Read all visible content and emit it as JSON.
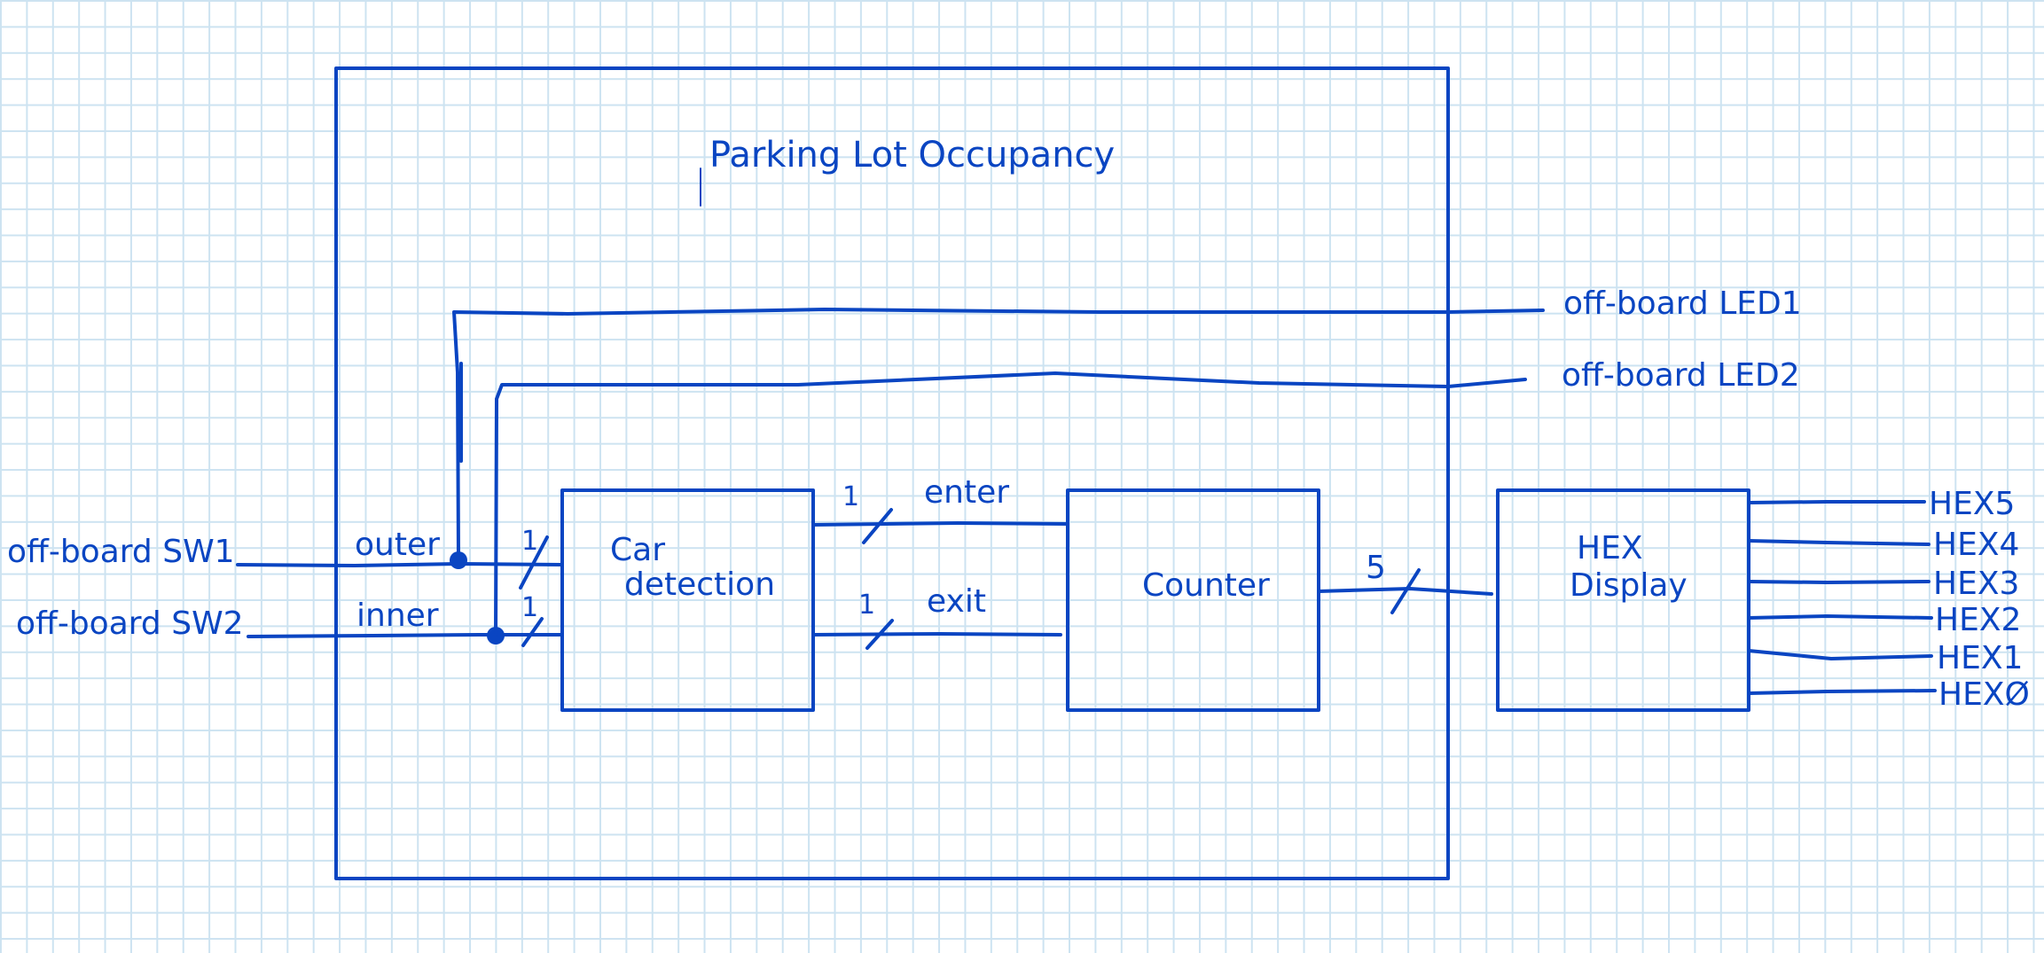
{
  "title": "Parking Lot Occupancy",
  "inputs": {
    "sw1": "off-board SW1",
    "sw2": "off-board SW2",
    "outer": "outer",
    "inner": "inner"
  },
  "outputs": {
    "led1": "off-board LED1",
    "led2": "off-board LED2"
  },
  "blocks": {
    "car_detection_line1": "Car",
    "car_detection_line2": "detection",
    "counter": "Counter",
    "hex_display_line1": "HEX",
    "hex_display_line2": "Display"
  },
  "signals": {
    "enter": "enter",
    "exit": "exit",
    "enter_width": "1",
    "exit_width": "1",
    "outer_width": "1",
    "inner_width": "1",
    "count_width": "5"
  },
  "hex_outputs": [
    "HEX5",
    "HEX4",
    "HEX3",
    "HEX2",
    "HEX1",
    "HEXØ"
  ],
  "colors": {
    "ink": "#0a45c2",
    "grid": "#cde3f1"
  }
}
